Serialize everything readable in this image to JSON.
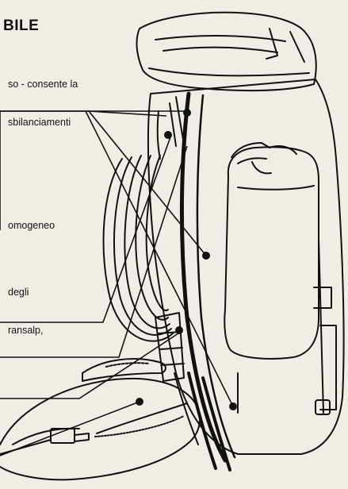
{
  "header": {
    "title": "BILE"
  },
  "text_blocks": [
    {
      "lines": [
        "so - consente la",
        "sbilanciamenti"
      ]
    },
    {
      "lines": [
        "omogeneo"
      ]
    },
    {
      "lines": [
        "degli",
        "ransalp,"
      ]
    }
  ],
  "illustration": {
    "subject": "backpack-line-drawing",
    "ink_color": "#111111",
    "paper_color": "#f1ede6"
  }
}
